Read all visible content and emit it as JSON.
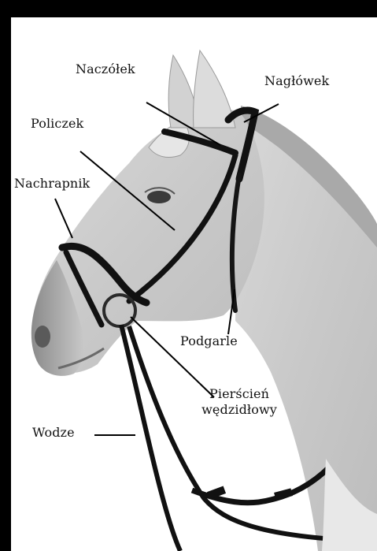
{
  "image": {
    "subject": "horse head with bridle",
    "background": "#ffffff",
    "border": "#000000"
  },
  "labels": {
    "naczolek": "Naczółek",
    "naglowek": "Nagłówek",
    "policzek": "Policzek",
    "nachrapnik": "Nachrapnik",
    "podgarle": "Podgarle",
    "pierscien_line1": "Pierścień",
    "pierscien_line2": "wędzidłowy",
    "wodze": "Wodze"
  }
}
